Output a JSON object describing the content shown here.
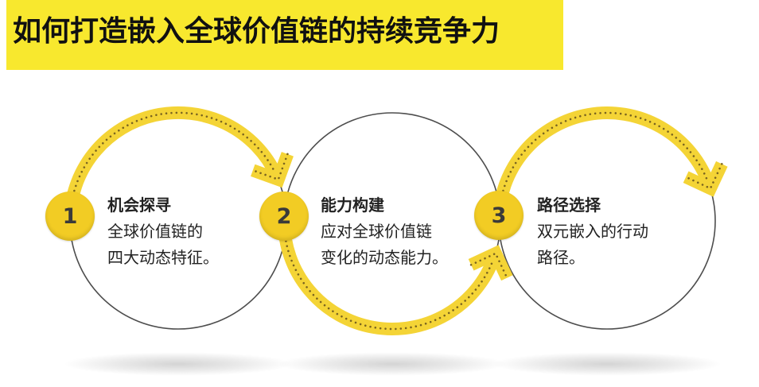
{
  "title": "如何打造嵌入全球价值链的持续竞争力",
  "steps": [
    {
      "number": "1",
      "heading": "机会探寻",
      "lines": [
        "全球价值链的",
        "四大动态特征。"
      ]
    },
    {
      "number": "2",
      "heading": "能力构建",
      "lines": [
        "应对全球价值链",
        "变化的动态能力。"
      ]
    },
    {
      "number": "3",
      "heading": "路径选择",
      "lines": [
        "双元嵌入的行动",
        "路径。"
      ]
    }
  ],
  "colors": {
    "banner": "#F8E82E",
    "badge": "#F2CC24",
    "arc": "#F4D436",
    "arc_dots": "#7A6420",
    "circle_outline": "#4D4D4D",
    "text": "#222222",
    "title_text": "#111111",
    "badge_text": "#3A3A3A"
  }
}
